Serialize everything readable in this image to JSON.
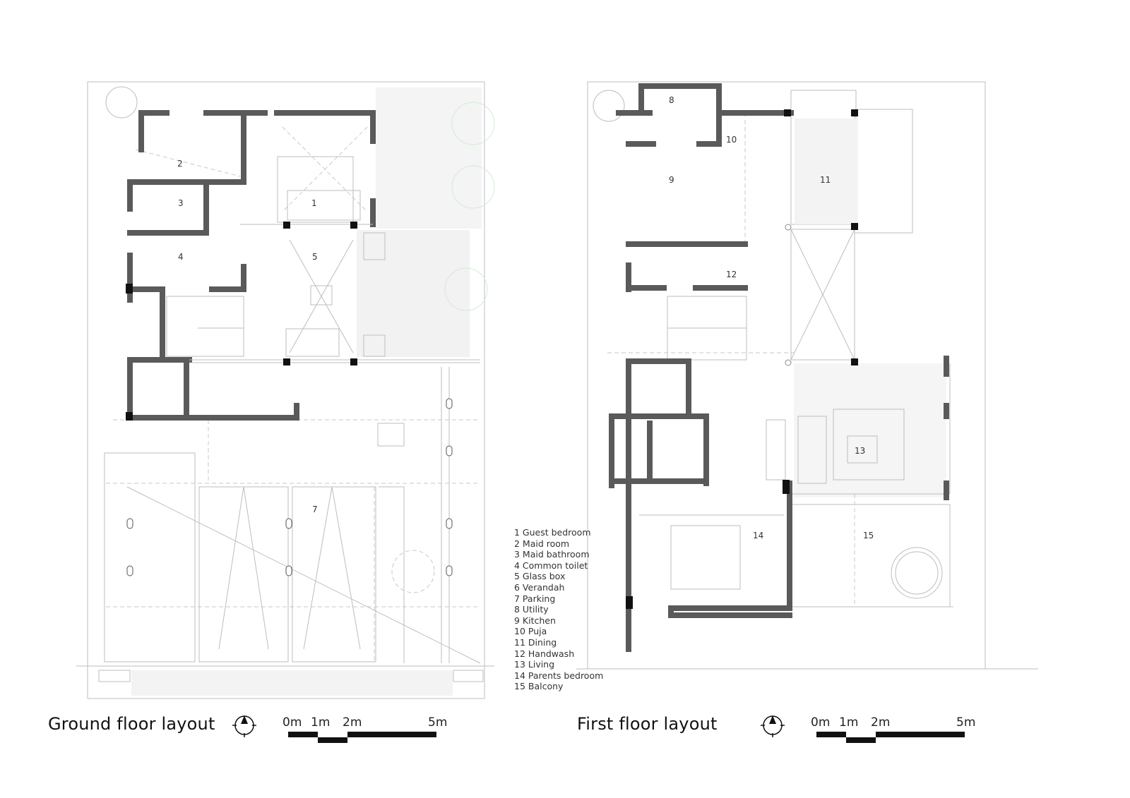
{
  "ground_floor": {
    "title": "Ground floor layout",
    "rooms": [
      "1",
      "2",
      "3",
      "4",
      "5",
      "7"
    ],
    "scale": [
      "0m",
      "1m",
      "2m",
      "5m"
    ]
  },
  "first_floor": {
    "title": "First floor layout",
    "rooms": [
      "8",
      "9",
      "10",
      "11",
      "12",
      "13",
      "14",
      "15"
    ],
    "scale": [
      "0m",
      "1m",
      "2m",
      "5m"
    ]
  },
  "legend": [
    "1 Guest bedroom",
    "2 Maid room",
    "3 Maid bathroom",
    "4 Common toilet",
    "5 Glass box",
    "6 Verandah",
    "7 Parking",
    "8 Utility",
    "9 Kitchen",
    "10 Puja",
    "11 Dining",
    "12 Handwash",
    "13 Living",
    "14 Parents bedroom",
    "15 Balcony"
  ],
  "colors": {
    "wall": "#5a5a5a",
    "column": "#111111",
    "line": "#bdbdbd"
  }
}
